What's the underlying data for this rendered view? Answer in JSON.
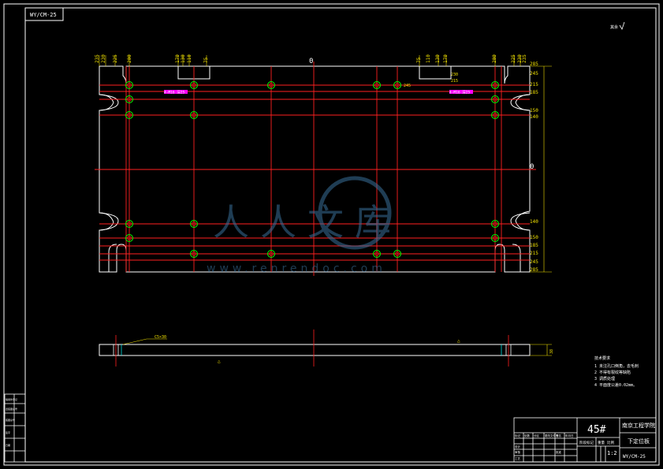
{
  "drawing": {
    "code_top_left": "WY/CM-25",
    "roughness_mark_top_right": "其余",
    "zero_label_top": "0",
    "zero_label_right": "0",
    "dims_top": [
      "235",
      "230",
      "225",
      "200",
      "170",
      "130",
      "110",
      "75",
      "0",
      "75",
      "110",
      "130",
      "170",
      "200",
      "225",
      "230",
      "235"
    ],
    "dims_right_top": [
      "285",
      "245",
      "215",
      "185",
      "150",
      "140"
    ],
    "dims_right_bottom": [
      "140",
      "150",
      "185",
      "215",
      "245",
      "285"
    ],
    "dims_inner_top": [
      "245",
      "230",
      "215"
    ],
    "labels_pink": [
      "4-M16 深25",
      "4-M16 深25"
    ],
    "side_view": {
      "left_note": "C5×30",
      "center_note": "△",
      "right_note": "△",
      "height_label": "38"
    },
    "watermark_text": "人人文库",
    "watermark_url": "www.renrendoc.com"
  },
  "tech_notes": {
    "title": "技术要求",
    "items": [
      "1  未注孔口倒角，去毛刺",
      "2  不得有裂纹等缺陷",
      "3  调质处理",
      "4  平面度公差0.02mm。"
    ]
  },
  "title_block": {
    "material": "45#",
    "company": "南京工程学院",
    "part_name": "下定位板",
    "scale": "1:2",
    "drawing_number": "WY/CM-25",
    "row_labels": [
      "标记",
      "处数",
      "分区",
      "更改文件号",
      "签名",
      "年月日"
    ],
    "row_labels2": [
      "设计",
      "审核",
      "工艺",
      "批准"
    ],
    "stage_label": "阶段标记",
    "weight_label": "重量",
    "scale_label": "比例"
  },
  "left_strip": {
    "labels": [
      "借用件登记",
      "旧底图总号",
      "底图总号",
      "签字",
      "日期"
    ]
  }
}
